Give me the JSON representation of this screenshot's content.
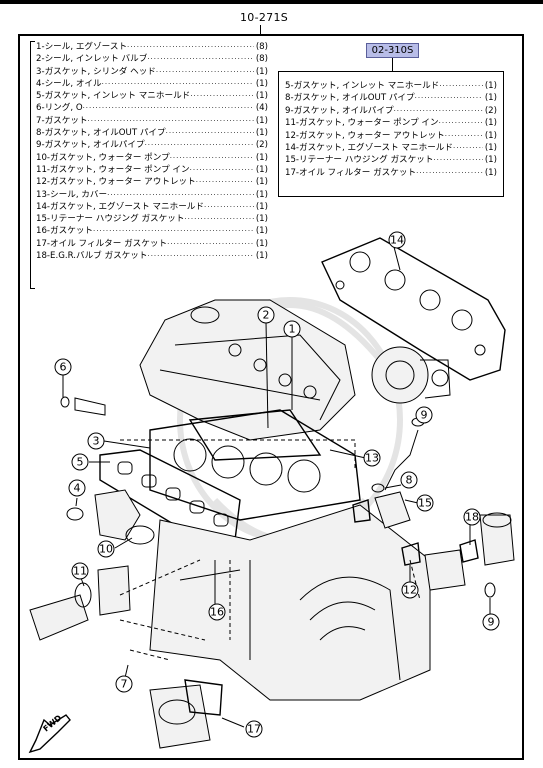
{
  "header": {
    "top_code": "10-271S"
  },
  "parts_list": [
    {
      "name": "1-シール, エグゾースト",
      "qty": "(8)"
    },
    {
      "name": "2-シール, インレット バルブ",
      "qty": "(8)"
    },
    {
      "name": "3-ガスケット, シリンダ ヘッド",
      "qty": "(1)"
    },
    {
      "name": "4-シール, オイル",
      "qty": "(1)"
    },
    {
      "name": "5-ガスケット, インレット マニホールド",
      "qty": "(1)"
    },
    {
      "name": "6-リング, O",
      "qty": "(4)"
    },
    {
      "name": "7-ガスケット",
      "qty": "(1)"
    },
    {
      "name": "8-ガスケット, オイルOUT パイプ",
      "qty": "(1)"
    },
    {
      "name": "9-ガスケット, オイルパイプ",
      "qty": "(2)"
    },
    {
      "name": "10-ガスケット, ウォーター ポンプ",
      "qty": "(1)"
    },
    {
      "name": "11-ガスケット, ウォーター ポンプ イン",
      "qty": "(1)"
    },
    {
      "name": "12-ガスケット, ウォーター アウトレット",
      "qty": "(1)"
    },
    {
      "name": "13-シール, カバー",
      "qty": "(1)"
    },
    {
      "name": "14-ガスケット, エグゾースト マニホールド",
      "qty": "(1)"
    },
    {
      "name": "15-リテーナー ハウジング ガスケット",
      "qty": "(1)"
    },
    {
      "name": "16-ガスケット",
      "qty": "(1)"
    },
    {
      "name": "17-オイル フィルター ガスケット",
      "qty": "(1)"
    },
    {
      "name": "18-E.G.R.バルブ ガスケット",
      "qty": "(1)"
    }
  ],
  "kit": {
    "code": "02-310S",
    "items": [
      {
        "name": "5-ガスケット, インレット マニホールド",
        "qty": "(1)"
      },
      {
        "name": "8-ガスケット, オイルOUT パイプ",
        "qty": "(1)"
      },
      {
        "name": "9-ガスケット, オイルパイプ",
        "qty": "(2)"
      },
      {
        "name": "11-ガスケット, ウォーター ポンプ イン",
        "qty": "(1)"
      },
      {
        "name": "12-ガスケット, ウォーター アウトレット",
        "qty": "(1)"
      },
      {
        "name": "14-ガスケット, エグゾースト マニホールド",
        "qty": "(1)"
      },
      {
        "name": "15-リテーナー ハウジング ガスケット",
        "qty": "(1)"
      },
      {
        "name": "17-オイル フィルター ガスケット",
        "qty": "(1)"
      }
    ]
  },
  "callouts": [
    "1",
    "2",
    "3",
    "4",
    "5",
    "6",
    "7",
    "8",
    "9",
    "9",
    "10",
    "11",
    "12",
    "13",
    "14",
    "15",
    "16",
    "17",
    "18"
  ],
  "fwd_label": "FWD",
  "colors": {
    "kit_code_bg": "#b8bde8",
    "line": "#000000",
    "watermark": "#e4e4e4"
  }
}
